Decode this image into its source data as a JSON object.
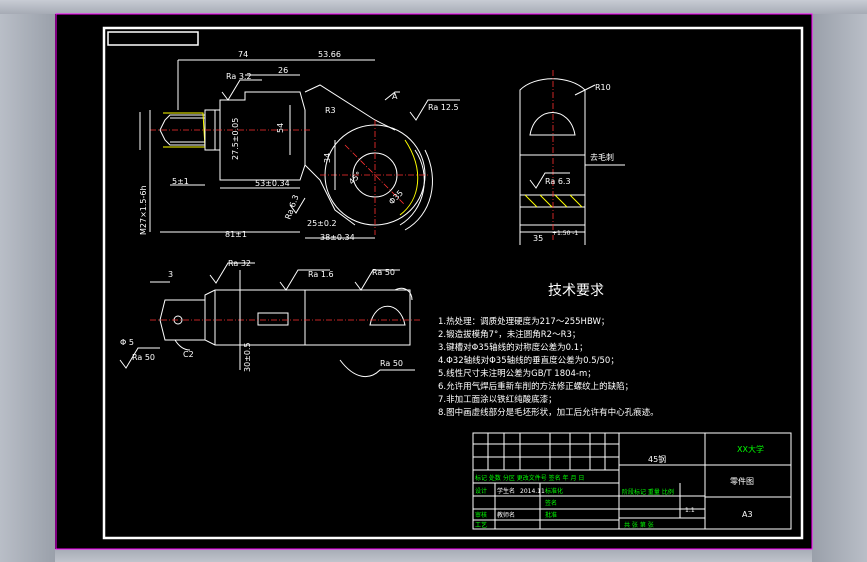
{
  "dimensions": {
    "d74": "74",
    "d5366": "53.66",
    "d26": "26",
    "ra32": "Ra 3.2",
    "ra125": "Ra 12.5",
    "r3": "R3",
    "d54": "54",
    "d275": "27.5±0.05",
    "d5": "5±1",
    "d53": "53±0.34",
    "d81": "81±1",
    "m27": "M27×1.5-6h",
    "ra63a": "Ra 6.3",
    "d25": "25±0.2",
    "d38": "38±0.34",
    "r34": "34",
    "d45": "45°",
    "dia55": "Φ35",
    "r10": "R10",
    "maozhi": "去毛刺",
    "ra63b": "Ra 6.3",
    "d35": "35",
    "d35tol": "+1.50 -1",
    "d3": "3",
    "ra32b": "Ra 32",
    "ra16": "Ra 1.6",
    "ra50a": "Ra 50",
    "phi5": "Φ 5",
    "ra50b": "Ra 50",
    "c2": "C2",
    "ra50c": "Ra 50",
    "label_a": "A",
    "d30": "30±0.5"
  },
  "notes": {
    "title": "技术要求",
    "items": [
      "1.热处理：调质处理硬度为217～255HBW；",
      "2.锻造拔模角7°，未注圆角R2～R3；",
      "3.键槽对Φ35轴线的对称度公差为0.1；",
      "4.Φ32轴线对Φ35轴线的垂直度公差为0.5/50；",
      "5.线性尺寸未注明公差为GB/T 1804-m；",
      "6.允许用气焊后重新车削的方法修正螺纹上的缺陷；",
      "7.非加工面涂以铁红纯酸底漆；",
      "8.图中画虚线部分是毛坯形状，加工后允许有中心孔痕迹。"
    ]
  },
  "title_block": {
    "material": "45钢",
    "company": "XX大学",
    "drawing_name": "零件图",
    "size": "A3",
    "header_row": "标记 处数 分区 更改文件号 签名 年 月 日",
    "design": "设计",
    "design_name": "学生名",
    "std": "标准化",
    "stage_row": "阶段标记 重量 比例",
    "review": "审核",
    "review_name": "教师名",
    "craft": "工艺",
    "approve": "批准",
    "sheet": "共 张 第 张",
    "scale": "1:1",
    "date_code": "2014.11",
    "sign": "签名"
  }
}
